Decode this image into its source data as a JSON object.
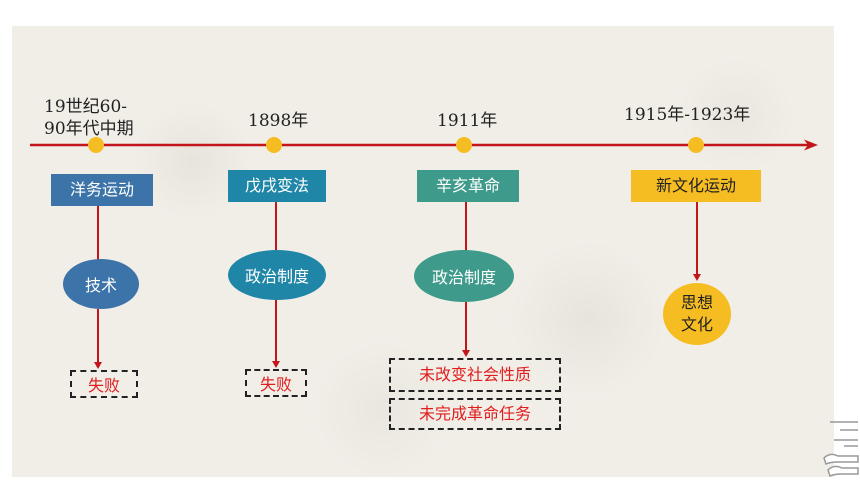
{
  "timeline": {
    "stages": [
      {
        "date": "19世纪60-\n90年代中期",
        "date_line1": "19世纪60-",
        "date_line2": "90年代中期",
        "event": "洋务运动",
        "focus": "技术",
        "results": [
          "失败"
        ]
      },
      {
        "date": "1898年",
        "event": "戊戌变法",
        "focus": "政治制度",
        "results": [
          "失败"
        ]
      },
      {
        "date": "1911年",
        "event": "辛亥革命",
        "focus": "政治制度",
        "results": [
          "未改变社会性质",
          "未完成革命任务"
        ]
      },
      {
        "date": "1915年-1923年",
        "event": "新文化运动",
        "focus_line1": "思想",
        "focus_line2": "文化"
      }
    ]
  },
  "colors": {
    "axis": "#c2161b",
    "dot": "#f6bd23",
    "event_1": "#3c73a8",
    "event_2": "#1f86a8",
    "event_3": "#3e9a8a",
    "event_4": "#f6bd23",
    "result_text": "#e01e1e"
  },
  "icons": {
    "corner": "book-stack-icon"
  }
}
